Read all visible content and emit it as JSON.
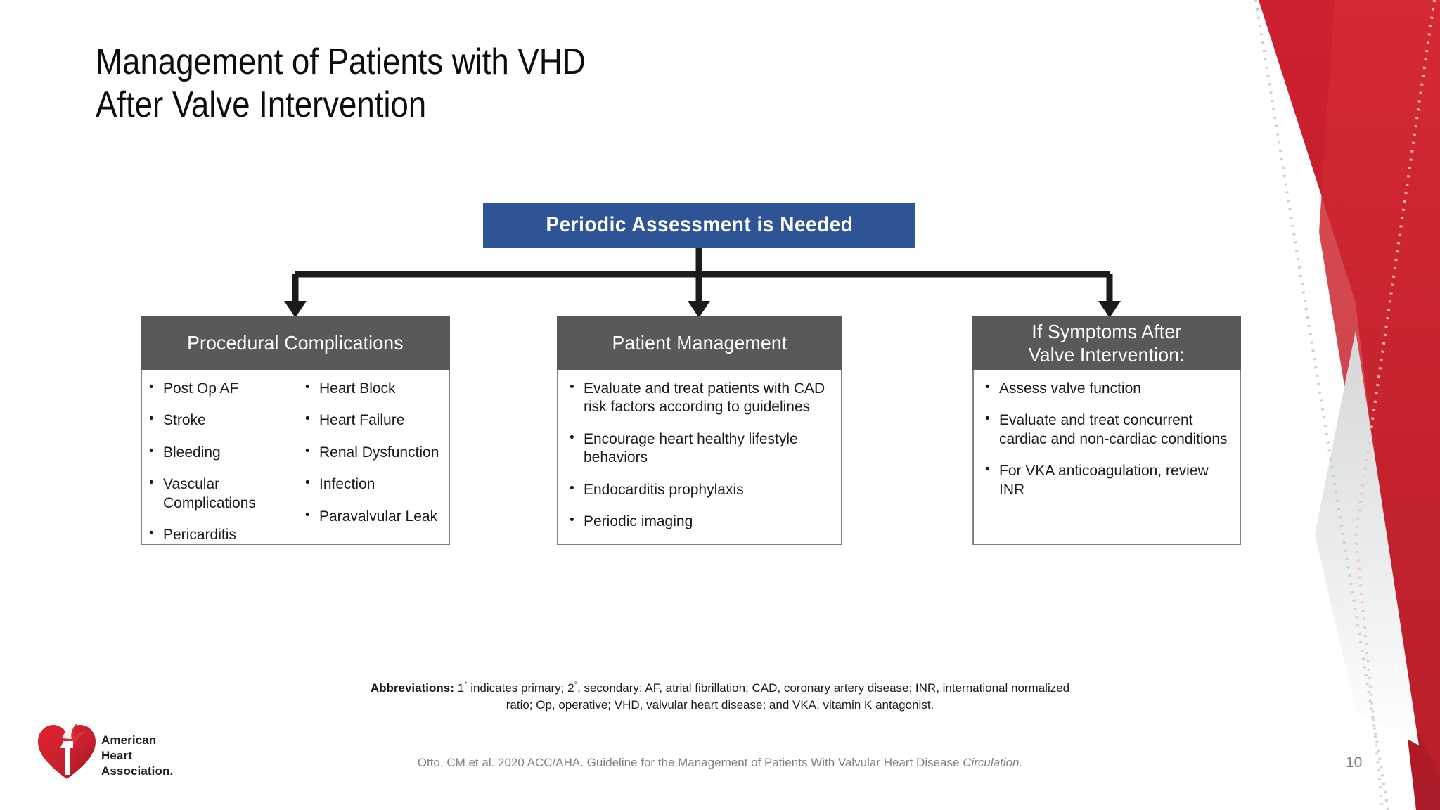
{
  "slide": {
    "title": "Management of Patients with VHD\nAfter Valve Intervention",
    "page_number": "10",
    "accent_blue": "#2e5496",
    "accent_gray": "#595959",
    "accent_red": "#c8202e"
  },
  "root_box": {
    "label": "Periodic Assessment is Needed"
  },
  "panels": [
    {
      "header": "Procedural Complications",
      "columns": [
        [
          "Post Op AF",
          "Stroke",
          "Bleeding",
          "Vascular Complications",
          "Pericarditis"
        ],
        [
          "Heart Block",
          "Heart Failure",
          "Renal Dysfunction",
          "Infection",
          "Paravalvular Leak"
        ]
      ]
    },
    {
      "header": "Patient Management",
      "columns": [
        [
          "Evaluate and treat patients with CAD risk factors according to guidelines",
          "Encourage heart healthy lifestyle behaviors",
          "Endocarditis prophylaxis",
          "Periodic imaging"
        ]
      ]
    },
    {
      "header": "If Symptoms After\nValve Intervention:",
      "columns": [
        [
          "Assess valve function",
          "Evaluate and treat concurrent cardiac and non-cardiac conditions",
          "For VKA anticoagulation, review INR"
        ]
      ]
    }
  ],
  "footer": {
    "abbrev_label": "Abbreviations:",
    "abbrev_part1": " 1",
    "abbrev_sup1": "°",
    "abbrev_part2": " indicates primary; 2",
    "abbrev_sup2": "°",
    "abbrev_part3": ", secondary; AF, atrial fibrillation; CAD, coronary artery disease; INR, international normalized ratio; Op, operative; VHD, valvular heart disease; and VKA, vitamin K antagonist.",
    "citation_main": "Otto, CM et al. 2020 ACC/AHA. Guideline for the Management of Patients With Valvular Heart Disease ",
    "citation_italic": "Circulation."
  },
  "logo": {
    "name": "American\nHeart\nAssociation."
  }
}
